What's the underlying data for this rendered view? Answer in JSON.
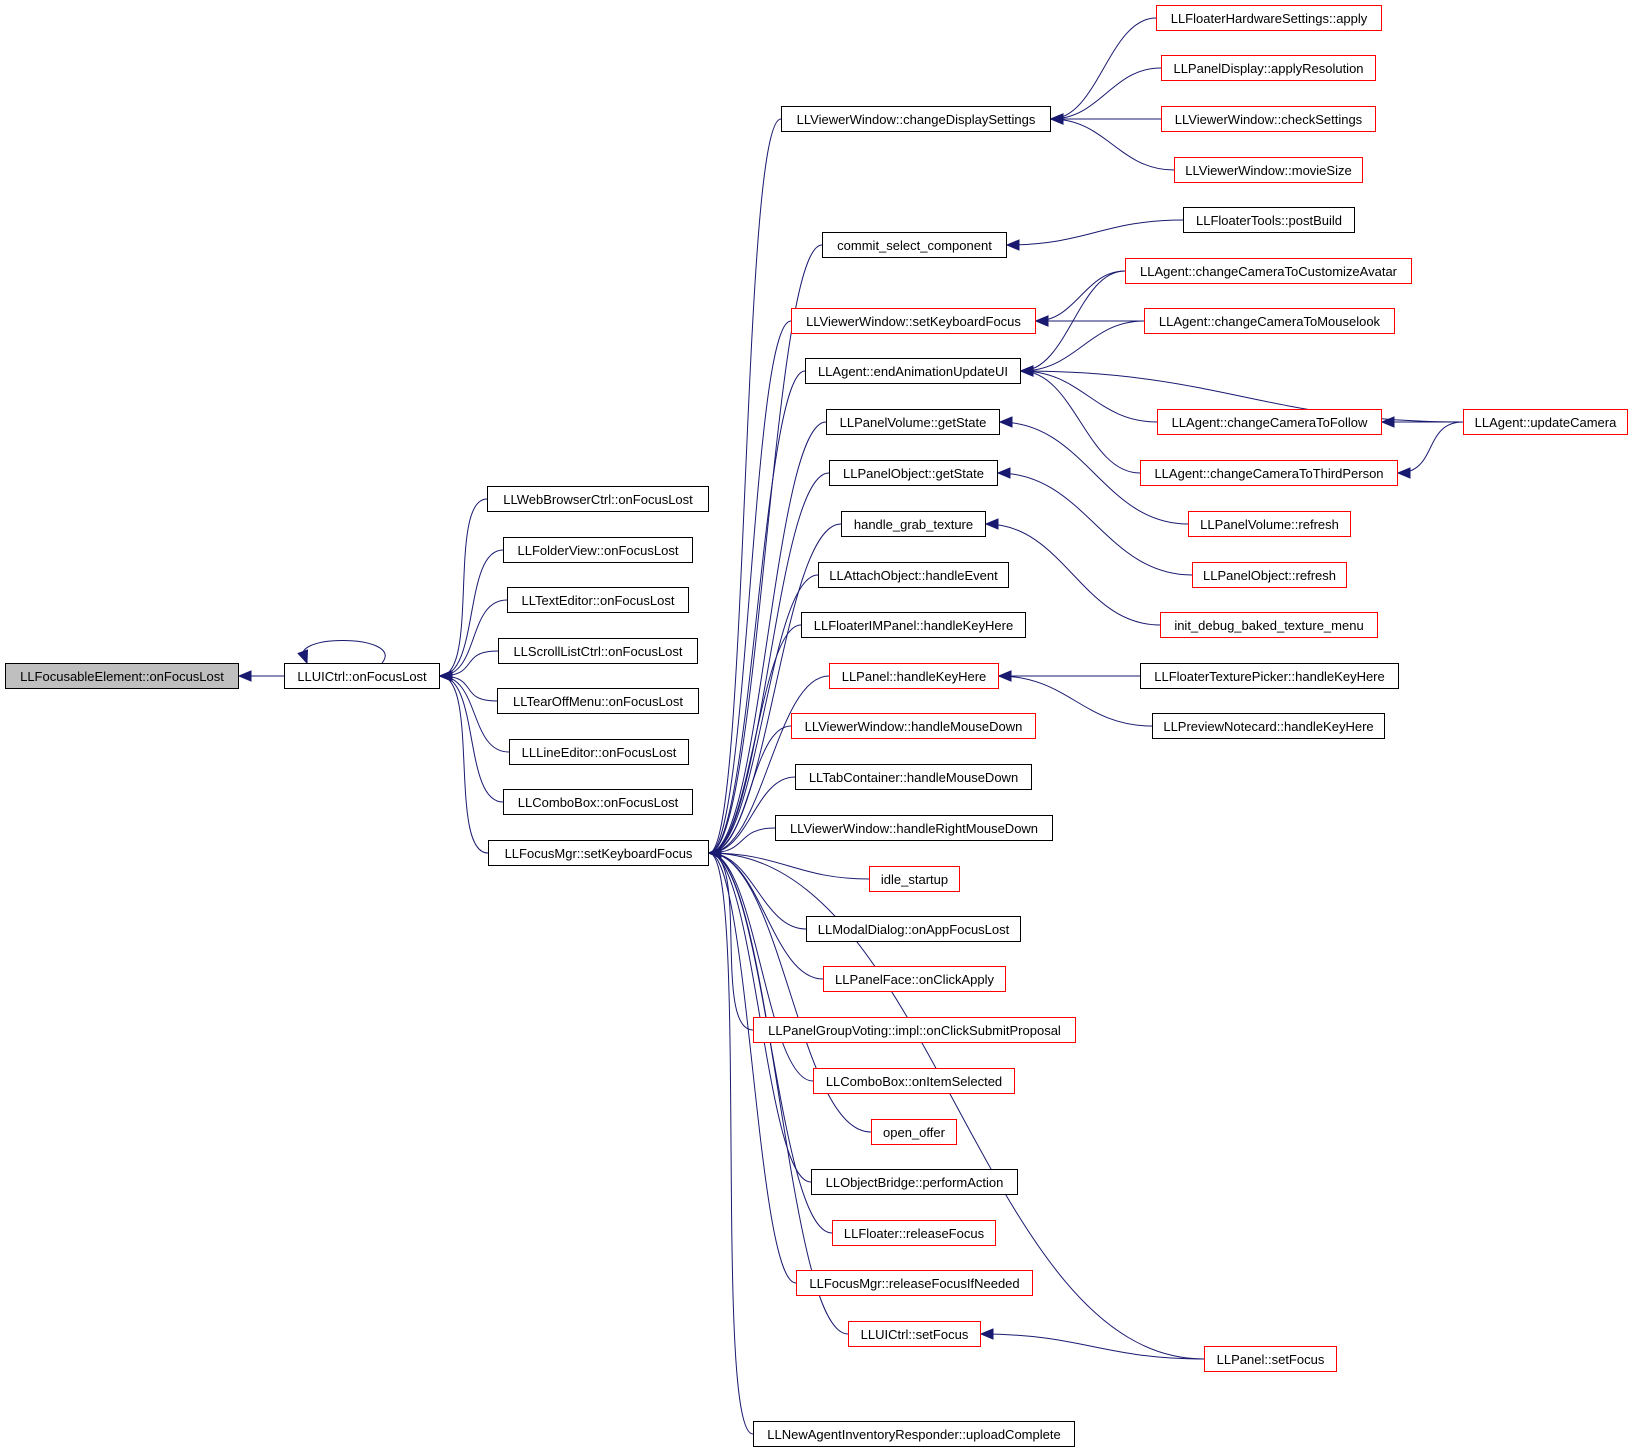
{
  "graph": {
    "colors": {
      "edge": "#191970",
      "node_border": "#000000",
      "linked_node_border": "#ff0000",
      "root_fill": "#bfbfbf"
    },
    "nodes": [
      {
        "id": "n0",
        "label": "LLFocusableElement::onFocusLost",
        "style": "root"
      },
      {
        "id": "n1",
        "label": "LLUICtrl::onFocusLost",
        "style": "black"
      },
      {
        "id": "n2",
        "label": "LLWebBrowserCtrl::onFocusLost",
        "style": "black"
      },
      {
        "id": "n3",
        "label": "LLFolderView::onFocusLost",
        "style": "black"
      },
      {
        "id": "n4",
        "label": "LLTextEditor::onFocusLost",
        "style": "black"
      },
      {
        "id": "n5",
        "label": "LLScrollListCtrl::onFocusLost",
        "style": "black"
      },
      {
        "id": "n6",
        "label": "LLTearOffMenu::onFocusLost",
        "style": "black"
      },
      {
        "id": "n7",
        "label": "LLLineEditor::onFocusLost",
        "style": "black"
      },
      {
        "id": "n8",
        "label": "LLComboBox::onFocusLost",
        "style": "black"
      },
      {
        "id": "n9",
        "label": "LLFocusMgr::setKeyboardFocus",
        "style": "black"
      },
      {
        "id": "n10",
        "label": "LLViewerWindow::changeDisplaySettings",
        "style": "black"
      },
      {
        "id": "n11",
        "label": "commit_select_component",
        "style": "black"
      },
      {
        "id": "n12",
        "label": "LLViewerWindow::setKeyboardFocus",
        "style": "red"
      },
      {
        "id": "n13",
        "label": "LLAgent::endAnimationUpdateUI",
        "style": "black"
      },
      {
        "id": "n14",
        "label": "LLPanelVolume::getState",
        "style": "black"
      },
      {
        "id": "n15",
        "label": "LLPanelObject::getState",
        "style": "black"
      },
      {
        "id": "n16",
        "label": "handle_grab_texture",
        "style": "black"
      },
      {
        "id": "n17",
        "label": "LLAttachObject::handleEvent",
        "style": "black"
      },
      {
        "id": "n18",
        "label": "LLFloaterIMPanel::handleKeyHere",
        "style": "black"
      },
      {
        "id": "n19",
        "label": "LLPanel::handleKeyHere",
        "style": "red"
      },
      {
        "id": "n20",
        "label": "LLViewerWindow::handleMouseDown",
        "style": "red"
      },
      {
        "id": "n21",
        "label": "LLTabContainer::handleMouseDown",
        "style": "black"
      },
      {
        "id": "n22",
        "label": "LLViewerWindow::handleRightMouseDown",
        "style": "black"
      },
      {
        "id": "n23",
        "label": "idle_startup",
        "style": "red"
      },
      {
        "id": "n24",
        "label": "LLModalDialog::onAppFocusLost",
        "style": "black"
      },
      {
        "id": "n25",
        "label": "LLPanelFace::onClickApply",
        "style": "red"
      },
      {
        "id": "n26",
        "label": "LLPanelGroupVoting::impl::onClickSubmitProposal",
        "style": "red"
      },
      {
        "id": "n27",
        "label": "LLComboBox::onItemSelected",
        "style": "red"
      },
      {
        "id": "n28",
        "label": "open_offer",
        "style": "red"
      },
      {
        "id": "n29",
        "label": "LLObjectBridge::performAction",
        "style": "black"
      },
      {
        "id": "n30",
        "label": "LLFloater::releaseFocus",
        "style": "red"
      },
      {
        "id": "n31",
        "label": "LLFocusMgr::releaseFocusIfNeeded",
        "style": "red"
      },
      {
        "id": "n32",
        "label": "LLUICtrl::setFocus",
        "style": "red"
      },
      {
        "id": "n33",
        "label": "LLNewAgentInventoryResponder::uploadComplete",
        "style": "black"
      },
      {
        "id": "n34",
        "label": "LLFloaterHardwareSettings::apply",
        "style": "red"
      },
      {
        "id": "n35",
        "label": "LLPanelDisplay::applyResolution",
        "style": "red"
      },
      {
        "id": "n36",
        "label": "LLViewerWindow::checkSettings",
        "style": "red"
      },
      {
        "id": "n37",
        "label": "LLViewerWindow::movieSize",
        "style": "red"
      },
      {
        "id": "n38",
        "label": "LLFloaterTools::postBuild",
        "style": "black"
      },
      {
        "id": "n39",
        "label": "LLAgent::changeCameraToCustomizeAvatar",
        "style": "red"
      },
      {
        "id": "n40",
        "label": "LLAgent::changeCameraToMouselook",
        "style": "red"
      },
      {
        "id": "n41",
        "label": "LLAgent::changeCameraToFollow",
        "style": "red"
      },
      {
        "id": "n42",
        "label": "LLAgent::changeCameraToThirdPerson",
        "style": "red"
      },
      {
        "id": "n43",
        "label": "LLAgent::updateCamera",
        "style": "red"
      },
      {
        "id": "n44",
        "label": "LLPanelVolume::refresh",
        "style": "red"
      },
      {
        "id": "n45",
        "label": "LLPanelObject::refresh",
        "style": "red"
      },
      {
        "id": "n46",
        "label": "init_debug_baked_texture_menu",
        "style": "red"
      },
      {
        "id": "n47",
        "label": "LLFloaterTexturePicker::handleKeyHere",
        "style": "black"
      },
      {
        "id": "n48",
        "label": "LLPreviewNotecard::handleKeyHere",
        "style": "black"
      },
      {
        "id": "n49",
        "label": "LLPanel::setFocus",
        "style": "red"
      }
    ],
    "edges": [
      [
        "n1",
        "n0"
      ],
      [
        "n1",
        "n1"
      ],
      [
        "n2",
        "n1"
      ],
      [
        "n3",
        "n1"
      ],
      [
        "n4",
        "n1"
      ],
      [
        "n5",
        "n1"
      ],
      [
        "n6",
        "n1"
      ],
      [
        "n7",
        "n1"
      ],
      [
        "n8",
        "n1"
      ],
      [
        "n9",
        "n1"
      ],
      [
        "n10",
        "n9"
      ],
      [
        "n11",
        "n9"
      ],
      [
        "n12",
        "n9"
      ],
      [
        "n13",
        "n9"
      ],
      [
        "n14",
        "n9"
      ],
      [
        "n15",
        "n9"
      ],
      [
        "n16",
        "n9"
      ],
      [
        "n17",
        "n9"
      ],
      [
        "n18",
        "n9"
      ],
      [
        "n19",
        "n9"
      ],
      [
        "n20",
        "n9"
      ],
      [
        "n21",
        "n9"
      ],
      [
        "n22",
        "n9"
      ],
      [
        "n23",
        "n9"
      ],
      [
        "n24",
        "n9"
      ],
      [
        "n25",
        "n9"
      ],
      [
        "n26",
        "n9"
      ],
      [
        "n27",
        "n9"
      ],
      [
        "n28",
        "n9"
      ],
      [
        "n29",
        "n9"
      ],
      [
        "n30",
        "n9"
      ],
      [
        "n31",
        "n9"
      ],
      [
        "n32",
        "n9"
      ],
      [
        "n33",
        "n9"
      ],
      [
        "n49",
        "n9"
      ],
      [
        "n34",
        "n10"
      ],
      [
        "n35",
        "n10"
      ],
      [
        "n36",
        "n10"
      ],
      [
        "n37",
        "n10"
      ],
      [
        "n38",
        "n11"
      ],
      [
        "n39",
        "n12"
      ],
      [
        "n40",
        "n12"
      ],
      [
        "n39",
        "n13"
      ],
      [
        "n40",
        "n13"
      ],
      [
        "n41",
        "n13"
      ],
      [
        "n42",
        "n13"
      ],
      [
        "n43",
        "n13"
      ],
      [
        "n43",
        "n41"
      ],
      [
        "n43",
        "n42"
      ],
      [
        "n44",
        "n14"
      ],
      [
        "n45",
        "n15"
      ],
      [
        "n46",
        "n16"
      ],
      [
        "n47",
        "n19"
      ],
      [
        "n48",
        "n19"
      ],
      [
        "n49",
        "n32"
      ]
    ]
  }
}
